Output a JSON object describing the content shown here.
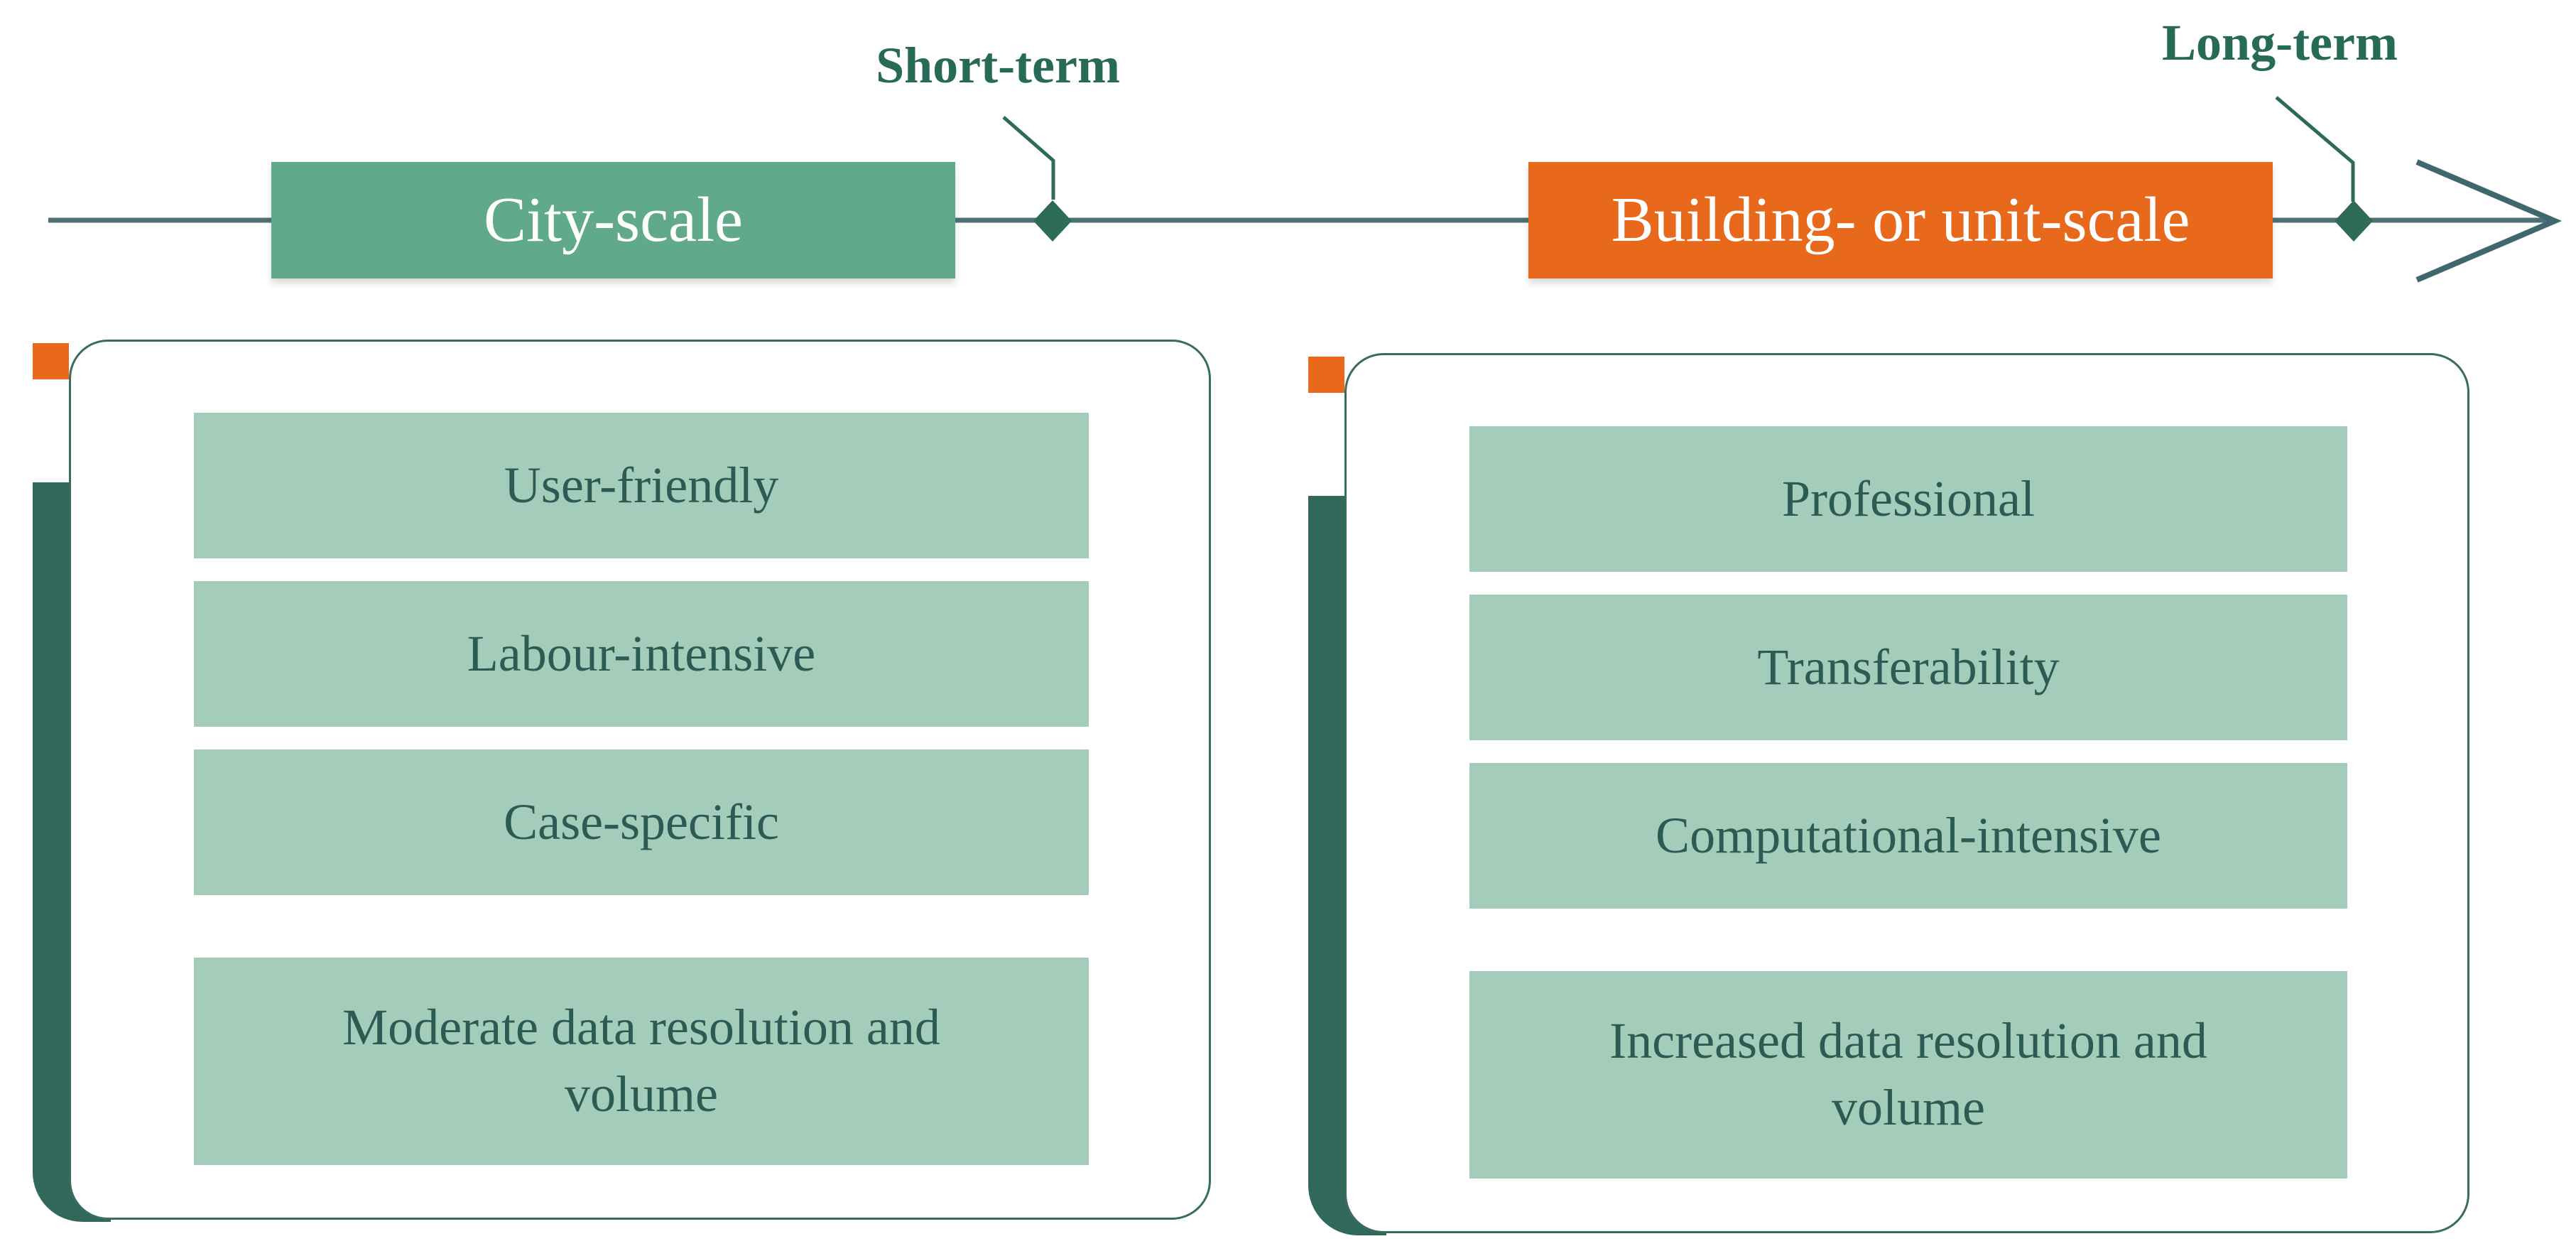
{
  "figure": {
    "timeline": {
      "city_box_label": "City-scale",
      "building_box_label": "Building- or unit-scale",
      "short_term_label": "Short-term",
      "long_term_label": "Long-term"
    },
    "panels": [
      {
        "name": "city-scale-characteristics",
        "items": [
          "User-friendly",
          "Labour-intensive",
          "Case-specific",
          "Moderate data resolution and volume"
        ]
      },
      {
        "name": "building-or-unit-scale-characteristics",
        "items": [
          "Professional",
          "Transferability",
          "Computational-intensive",
          "Increased data resolution and volume"
        ]
      }
    ]
  },
  "colors": {
    "green_box": "#60A98B",
    "orange": "#E8681C",
    "row_green": "#A4CCBA",
    "dark_bar": "#30695B",
    "panel_border": "#3A6B5F",
    "label_green": "#276A57",
    "row_text": "#2C5B55",
    "timeline": "#4D7173",
    "chevron": "#3E686D",
    "diamond": "#2E6B57",
    "box_text": "#FFFFFF"
  }
}
